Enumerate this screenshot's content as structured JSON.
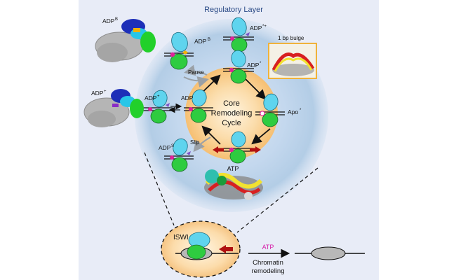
{
  "title": "Regulatory Layer",
  "core_cycle_label": [
    "Core",
    "Remodeling",
    "Cycle"
  ],
  "states": {
    "adp_b_top": "ADP",
    "adp_b_top_sup": "B",
    "adp_star_star": "ADP",
    "adp_star_star_sup": "*+",
    "adp_star_right": "ADP",
    "adp_star_right_sup": "*",
    "apo_star": "Apo",
    "apo_star_sup": "*",
    "adp_plain": "ADP",
    "adp_plus_left": "ADP",
    "adp_plus_left_sup": "+",
    "adp_s": "ADP",
    "adp_s_sup": "S",
    "atp_bottom": "ATP"
  },
  "transitions": {
    "pause": "Pause",
    "slip": "Slip"
  },
  "bulge_label": "1 bp bulge",
  "structures": {
    "top_left": "ADP",
    "top_left_sup": "B",
    "mid_left": "ADP",
    "mid_left_sup": "+"
  },
  "bottom": {
    "isw_label": "ISWI",
    "atp_label": "ATP",
    "process_label": [
      "Chromatin",
      "remodeling"
    ]
  },
  "colors": {
    "panel_background": "#e8ecf7",
    "halo_blue": "#b3cde6",
    "core_orange": "#f7c37a",
    "atpase_cyan": "#5fd4ee",
    "hsa_green": "#2ecc40",
    "nucleotide_magenta": "#e0229a",
    "atp_text": "#d61fa8",
    "translocation_arrow": "#b01010",
    "nucleosome_grey": "#b8b8b8"
  }
}
